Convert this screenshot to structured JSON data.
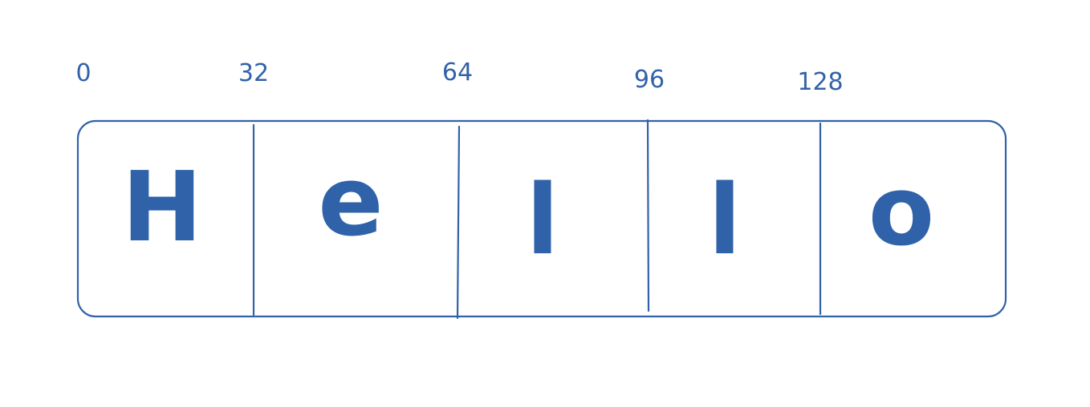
{
  "diagram": {
    "stroke_color": "#3362a8",
    "text_color": "#2f62a8",
    "offsets": [
      "0",
      "32",
      "64",
      "96",
      "128"
    ],
    "cells": [
      "H",
      "e",
      "l",
      "l",
      "o"
    ]
  }
}
